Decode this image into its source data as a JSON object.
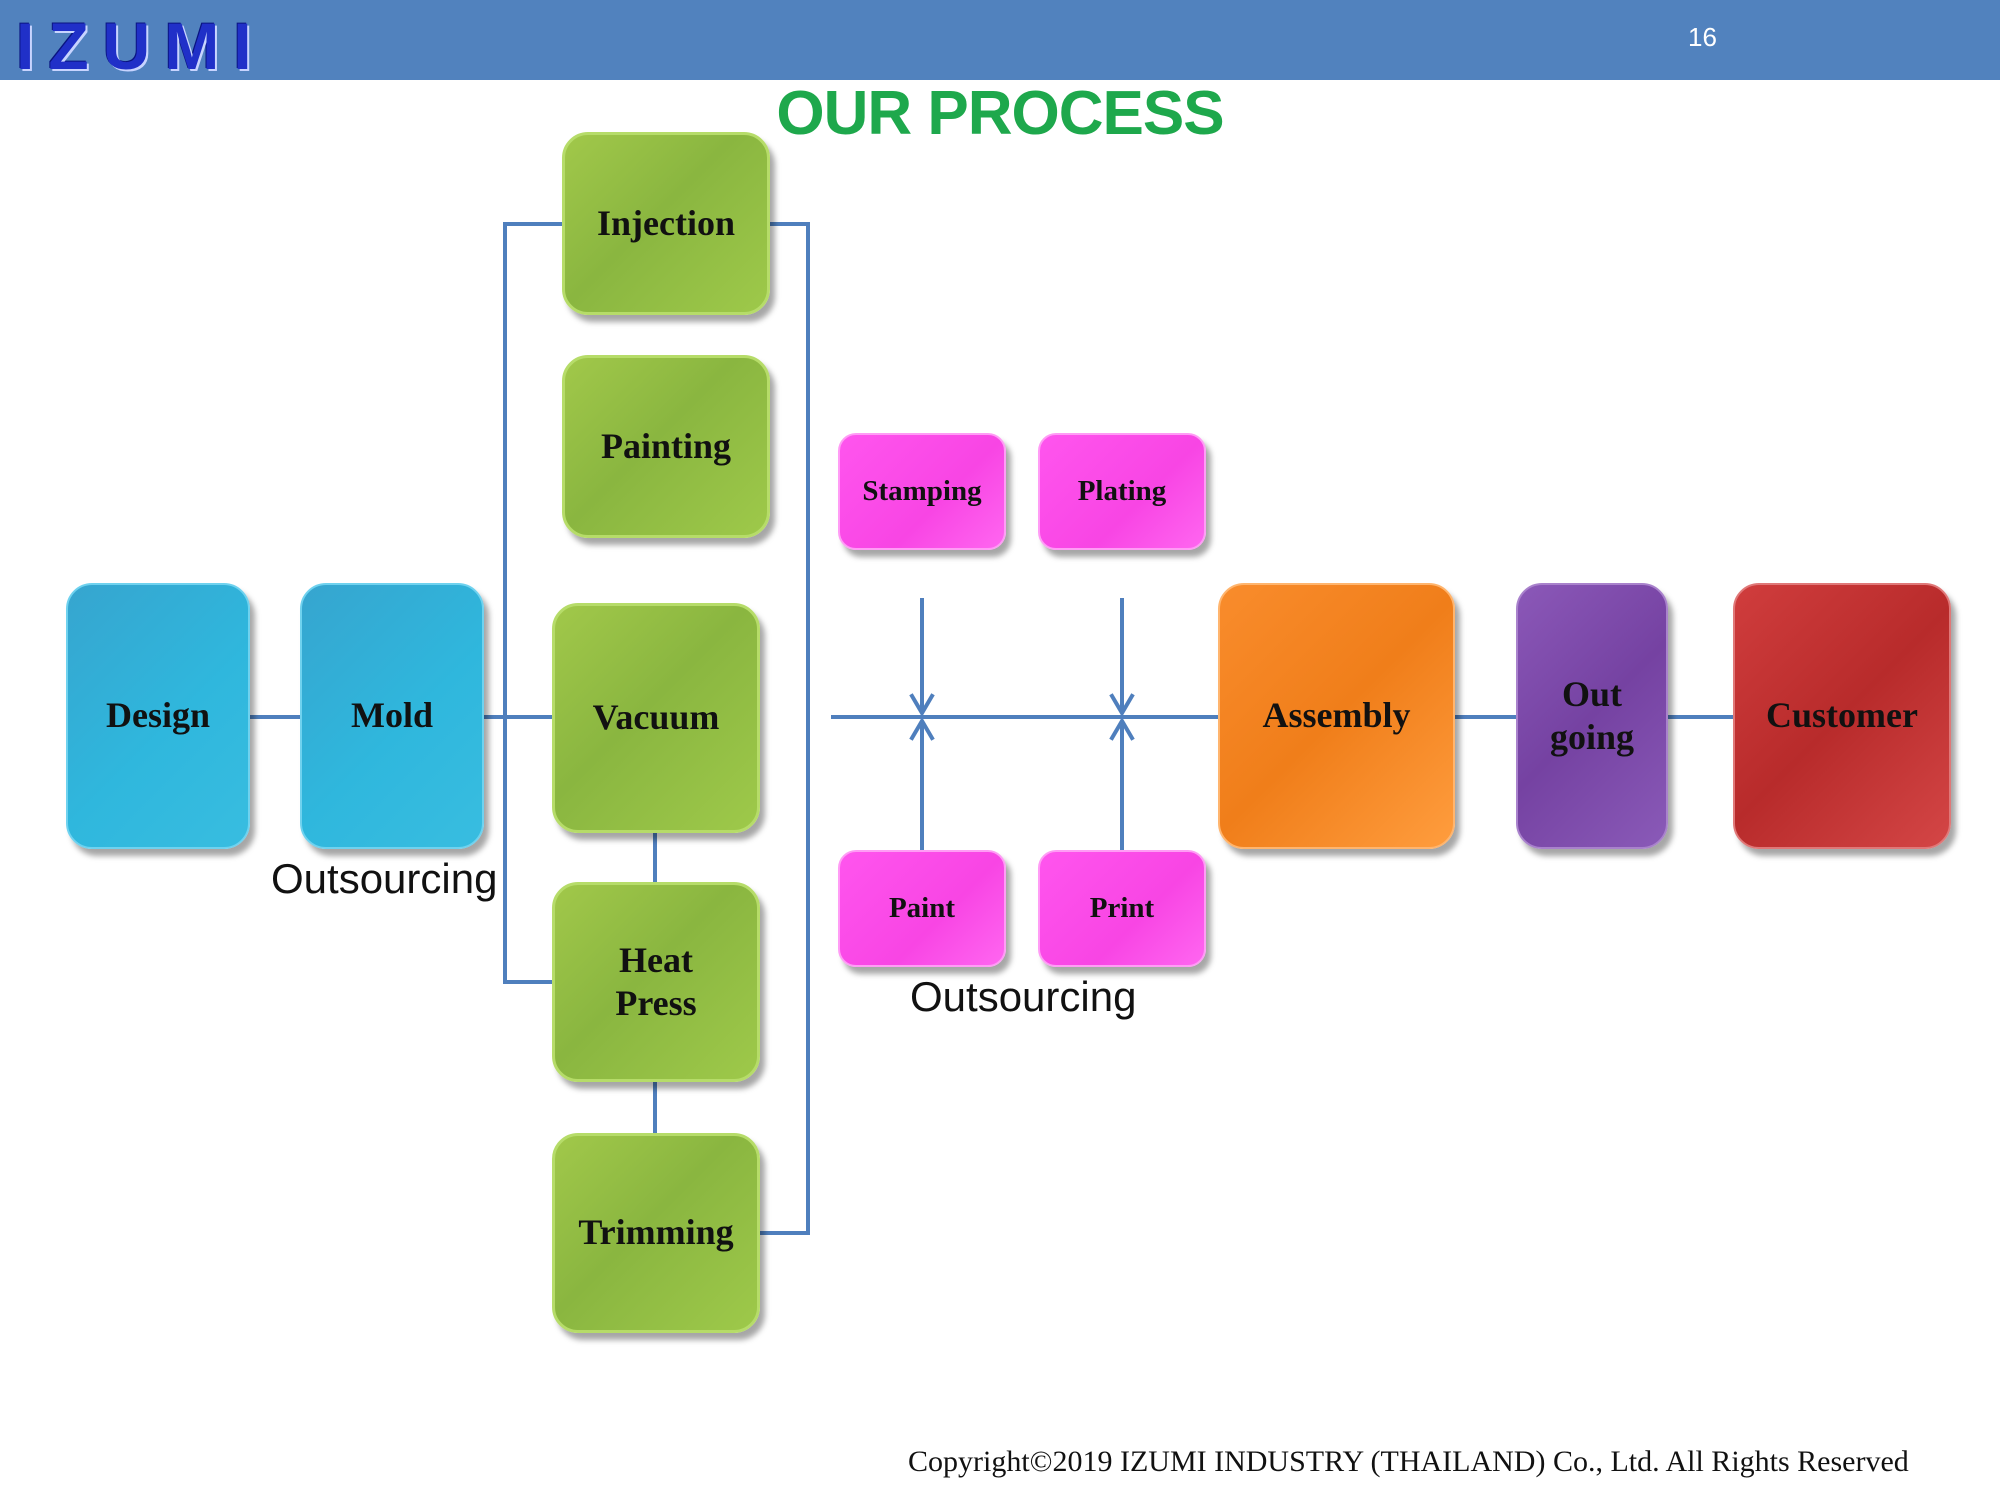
{
  "header": {
    "logo": "IZUMI",
    "page_number": "16"
  },
  "title": "OUR PROCESS",
  "nodes": {
    "design": "Design",
    "mold": "Mold",
    "injection": "Injection",
    "painting": "Painting",
    "vacuum": "Vacuum",
    "heat_press": "Heat\nPress",
    "trimming": "Trimming",
    "stamping": "Stamping",
    "plating": "Plating",
    "paint": "Paint",
    "print": "Print",
    "assembly": "Assembly",
    "outgoing": "Out\ngoing",
    "customer": "Customer"
  },
  "labels": {
    "outsourcing_left": "Outsourcing",
    "outsourcing_right": "Outsourcing"
  },
  "footer": "Copyright©2019 IZUMI INDUSTRY (THAILAND) Co., Ltd. All Rights Reserved",
  "colors": {
    "header": "#5182be",
    "title": "#1ea84c",
    "connector": "#4f7fbd"
  }
}
